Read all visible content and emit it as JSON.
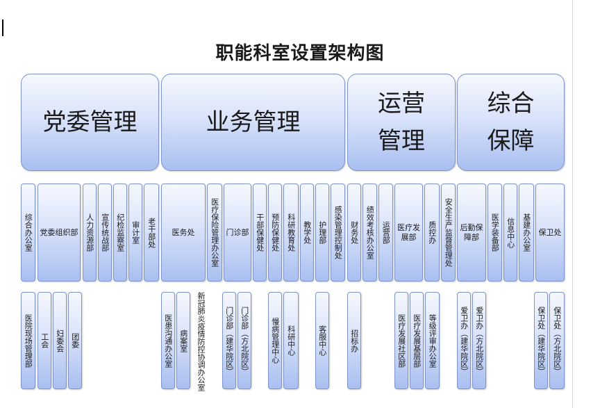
{
  "title": "职能科室设置架构图",
  "categories": [
    {
      "label": "党委管理"
    },
    {
      "label": "业务管理"
    },
    {
      "label": "运营\n管理"
    },
    {
      "label": "综合\n保障"
    }
  ],
  "departments": [
    "综合办公室",
    "党委组织部",
    "人力资源部",
    "宣传统战部",
    "纪检监察室",
    "审计室",
    "老干部处",
    "医务处",
    "医疗保险管理办公室",
    "门诊部",
    "干部保健处",
    "预防保健处",
    "科研教育处",
    "教学处",
    "护理部",
    "感染管理控制处",
    "财务处",
    "绩效考核办公室",
    "运营部",
    "医疗发展部",
    "质控办",
    "安全生产监督管理处",
    "后勤保障部",
    "医学装备部",
    "信息中心",
    "基建办公室",
    "保卫处"
  ],
  "subunits": [
    "医院现场管理部",
    "工会",
    "妇委会",
    "团委",
    "医患沟通办公室",
    "病案室",
    "新冠肺炎疫情防控协调办公室",
    "门诊部（建华院区）",
    "门诊部（方北院区）",
    "慢病管理中心",
    "科研中心",
    "客服中心",
    "招标办",
    "医疗发展社区部",
    "医疗发展基层部",
    "等级评审办公室",
    "爱卫办（建华院区）",
    "爱卫办（方北院区）",
    "保卫处（建华院区）",
    "保卫处（方北院区）"
  ],
  "colors": {
    "box_border": "#7e94c6",
    "box_top": "#f6f8fe",
    "box_bottom": "#a9bff0"
  }
}
